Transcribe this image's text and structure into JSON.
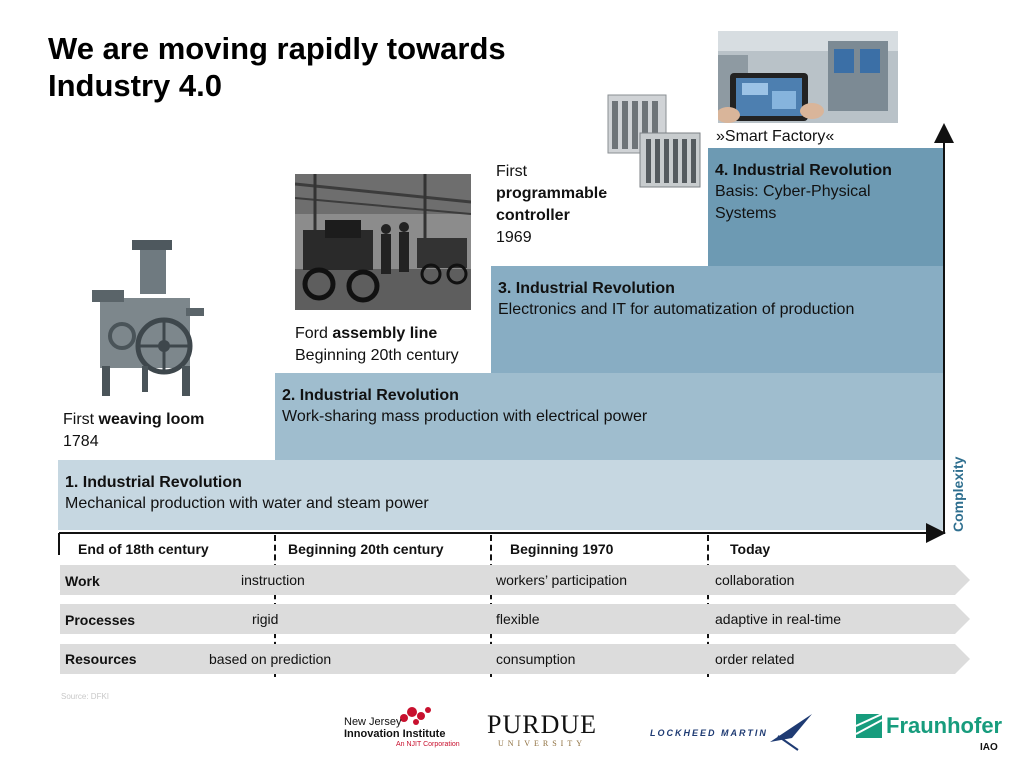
{
  "title": {
    "line1": "We are moving rapidly towards",
    "line2": "Industry 4.0"
  },
  "revolutions": [
    {
      "heading": "1. Industrial Revolution",
      "description": "Mechanical production with water and steam power"
    },
    {
      "heading": "2. Industrial Revolution",
      "description": "Work-sharing mass production with electrical power"
    },
    {
      "heading": "3. Industrial Revolution",
      "description": "Electronics and IT for automatization of production"
    },
    {
      "heading": "4. Industrial Revolution",
      "description_line1": "Basis: Cyber-Physical",
      "description_line2": "Systems"
    }
  ],
  "captions": {
    "loom": {
      "pre": "First ",
      "bold": "weaving loom",
      "year": "1784"
    },
    "ford": {
      "pre": "Ford ",
      "bold": "assembly line",
      "year": "Beginning 20th century"
    },
    "plc": {
      "line1": "First",
      "bold1": "programmable",
      "bold2": "controller",
      "year": "1969"
    },
    "smart": "»Smart Factory«"
  },
  "axis": {
    "y_label": "Complexity",
    "eras": [
      "End of 18th century",
      "Beginning 20th century",
      "Beginning 1970",
      "Today"
    ]
  },
  "rows": [
    {
      "label": "Work",
      "values": [
        "instruction",
        "workers’ participation",
        "collaboration"
      ]
    },
    {
      "label": "Processes",
      "values": [
        "rigid",
        "flexible",
        "adaptive in real-time"
      ]
    },
    {
      "label": "Resources",
      "values": [
        "based on prediction",
        "consumption",
        "order related"
      ]
    }
  ],
  "source": "Source: DFKI",
  "logos": {
    "njit_line1": "New Jersey",
    "njit_line2": "Innovation Institute",
    "njit_line3": "An NJIT Corporation",
    "purdue_line1": "PURDUE",
    "purdue_line2": "UNIVERSITY",
    "lockheed": "LOCKHEED MARTIN",
    "fraunhofer": "Fraunhofer",
    "fraunhofer_sub": "IAO"
  },
  "colors": {
    "step1": "#c6d7e1",
    "step2": "#9fbdce",
    "step3": "#88adc3",
    "step4": "#6d9ab3",
    "axis_label": "#2f6f8f",
    "fraunhofer_green": "#179c7d"
  }
}
